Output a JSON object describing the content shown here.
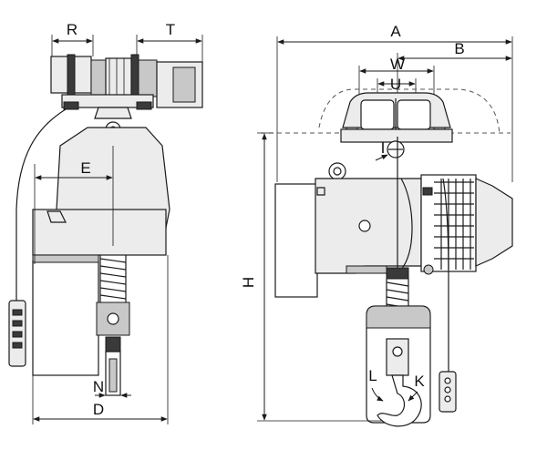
{
  "labels": {
    "R": "R",
    "T": "T",
    "E": "E",
    "N": "N",
    "D": "D",
    "A": "A",
    "B": "B",
    "W": "W",
    "U": "U",
    "I": "I",
    "H": "H",
    "L": "L",
    "K": "K"
  }
}
